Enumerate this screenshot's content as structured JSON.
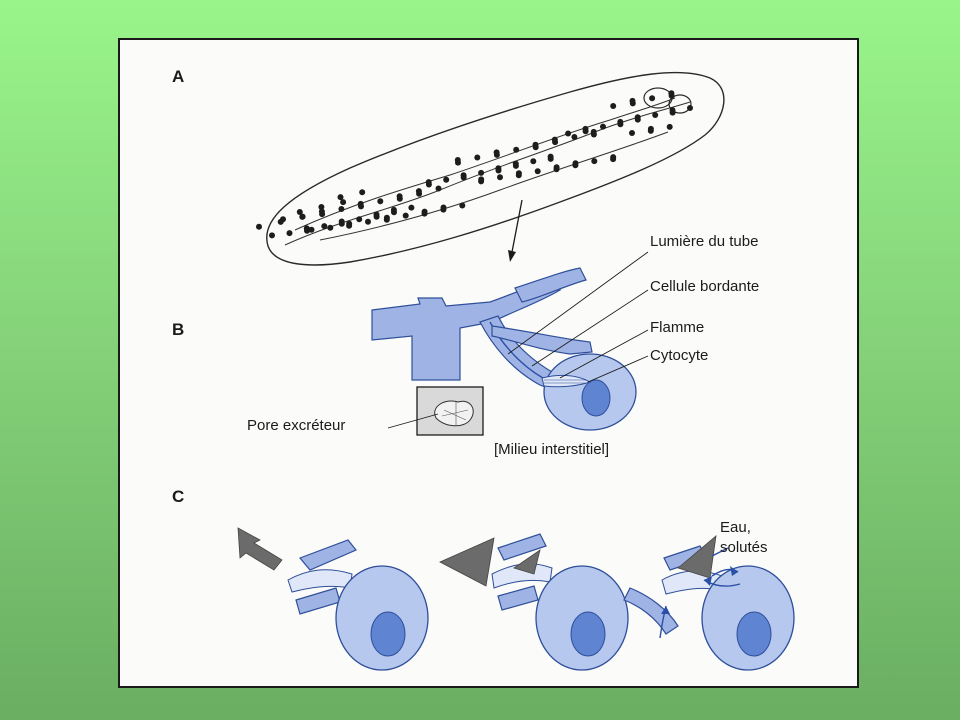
{
  "figure": {
    "section_a": "A",
    "section_b": "B",
    "section_c": "C",
    "labels": {
      "lumiere": "Lumière du tube",
      "cellule": "Cellule bordante",
      "flamme": "Flamme",
      "cytocyte": "Cytocyte",
      "pore": "Pore excréteur",
      "milieu": "[Milieu interstitiel]",
      "eau_line1": "Eau,",
      "eau_line2": "solutés"
    }
  },
  "colors": {
    "background_top": "#99f58a",
    "background_bottom": "#6aae62",
    "tissue_blue": "#9fb4e4",
    "arrow_gray": "#6b6b6b"
  }
}
